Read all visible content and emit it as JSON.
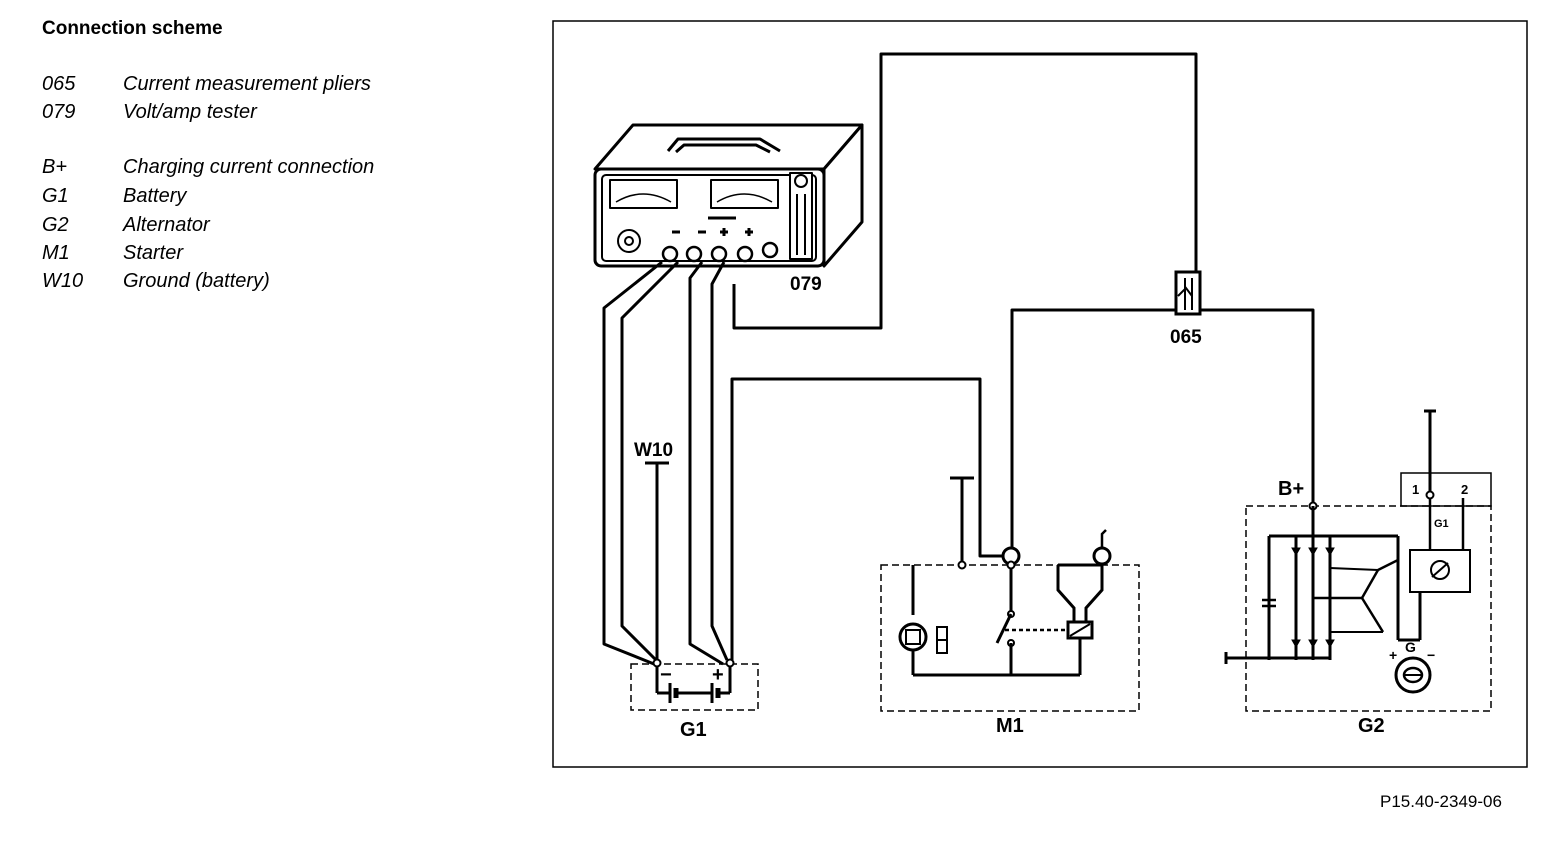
{
  "legend": {
    "title": "Connection scheme",
    "items": [
      {
        "code": "065",
        "desc": "Current measurement pliers"
      },
      {
        "code": "079",
        "desc": "Volt/amp tester"
      },
      {
        "code": "B+",
        "desc": "Charging current connection"
      },
      {
        "code": "G1",
        "desc": "Battery"
      },
      {
        "code": "G2",
        "desc": "Alternator"
      },
      {
        "code": "M1",
        "desc": "Starter"
      },
      {
        "code": "W10",
        "desc": "Ground (battery)"
      }
    ]
  },
  "labels": {
    "tester": "079",
    "pliers": "065",
    "ground": "W10",
    "battery": "G1",
    "starter": "M1",
    "alternator": "G2",
    "charging": "B+",
    "regulator": "G1",
    "term1": "1",
    "term2": "2",
    "alt_g": "G",
    "alt_plus": "+",
    "alt_minus": "−",
    "bat_minus": "−",
    "bat_plus": "+"
  },
  "reference": "P15.40-2349-06"
}
